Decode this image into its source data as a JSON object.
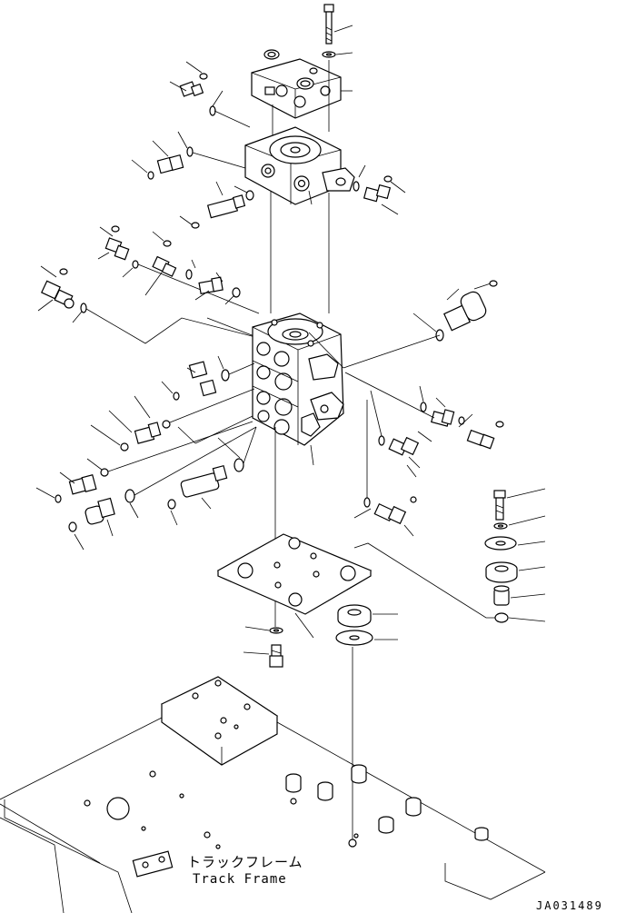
{
  "diagram": {
    "label_jp": "トラックフレーム",
    "label_en": "Track Frame",
    "code": "JA031489"
  },
  "colors": {
    "line": "#000000",
    "background": "#ffffff"
  },
  "icons": [
    "control-valve-assembly",
    "valve-cover",
    "valve-body-upper",
    "valve-body-main",
    "elbow-fitting",
    "straight-fitting",
    "o-ring",
    "bolt",
    "washer",
    "mount-bracket",
    "cushion-rubber",
    "spacer",
    "track-frame"
  ]
}
